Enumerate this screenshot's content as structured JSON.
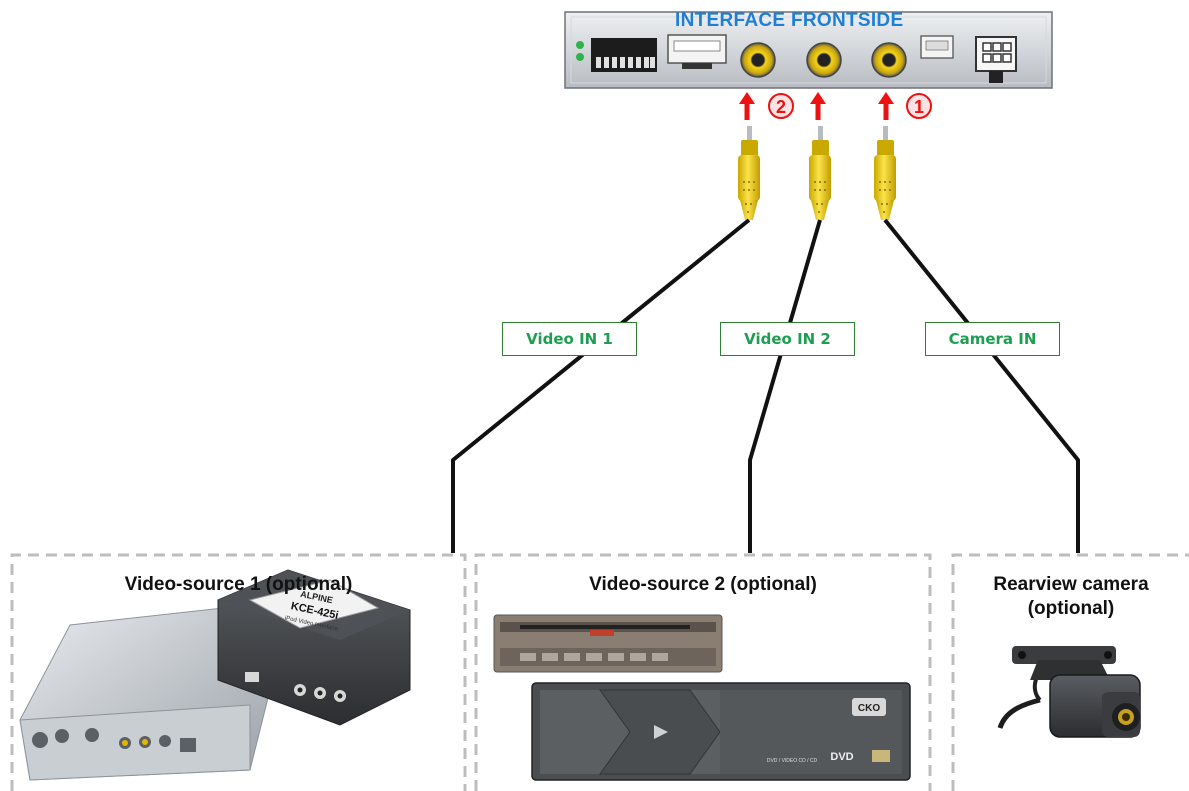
{
  "interface": {
    "title": "INTERFACE  FRONTSIDE",
    "markers": [
      "2",
      "1"
    ]
  },
  "connections": [
    {
      "label": "Video IN 1"
    },
    {
      "label": "Video IN 2"
    },
    {
      "label": "Camera IN"
    }
  ],
  "panels": [
    {
      "title": "Video-source 1 (optional)",
      "device_brand": "ALPINE",
      "device_model": "KCE-425i",
      "device_caption": "iPod Video Interface"
    },
    {
      "title": "Video-source 2 (optional)",
      "device_caption": "DVD / VIDEO CD / CD",
      "device_logo": "DVD"
    },
    {
      "title": "Rearview camera\n(optional)"
    }
  ],
  "colors": {
    "interface_title": "#1f7fd6",
    "label_text": "#1e9e50",
    "arrow": "#ee1111",
    "rca_plug": "#f2d21a",
    "cable": "#111111",
    "panel_border": "#bdbdbd"
  }
}
